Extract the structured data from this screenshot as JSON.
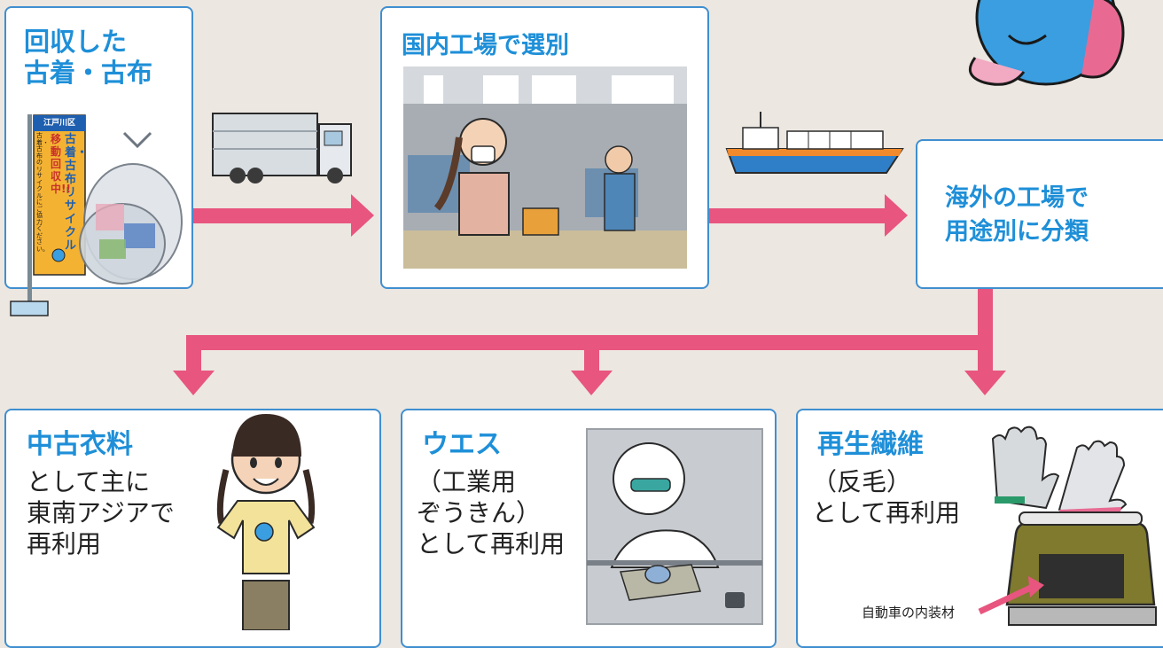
{
  "steps": {
    "collected": {
      "line1": "回収した",
      "line2": "古着・古布"
    },
    "domestic": {
      "title": "国内工場で選別"
    },
    "overseas": {
      "line1": "海外の工場で",
      "line2": "用途別に分類"
    }
  },
  "banner": {
    "ward": "江戸川区",
    "main": "古着・古布リサイクル",
    "sub": "移動回収中!!",
    "note": "古着・古布のリサイクルにご協力ください。"
  },
  "outcomes": {
    "used_clothing": {
      "title": "中古衣料",
      "lines": [
        "として主に",
        "東南アジアで",
        "再利用"
      ]
    },
    "wipes": {
      "title": "ウエス",
      "lines": [
        "（工業用",
        "ぞうきん）",
        "として再利用"
      ]
    },
    "fiber": {
      "title": "再生繊維",
      "lines": [
        "（反毛）",
        "として再利用"
      ],
      "caption": "自動車の内装材"
    }
  },
  "colors": {
    "arrow": "#e8557f",
    "accent_blue": "#1e8fd8",
    "card_border": "#3f8fd0",
    "background": "#ece7e1"
  }
}
